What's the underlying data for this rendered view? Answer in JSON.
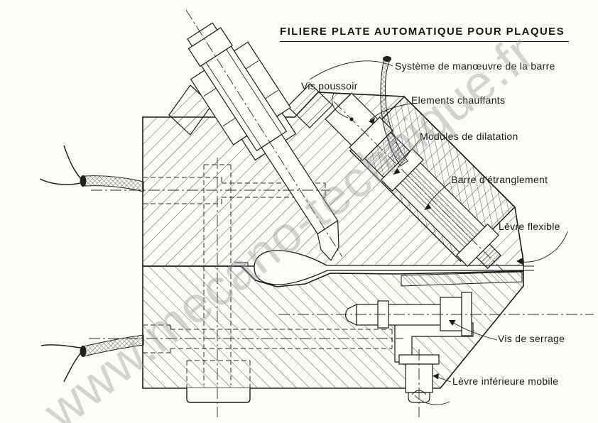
{
  "page": {
    "background": "#fcfbf8",
    "ink": "#1c1c1c",
    "watermark_color": "#9a9a9a"
  },
  "title": {
    "text": "FILIERE PLATE AUTOMATIQUE POUR PLAQUES"
  },
  "watermark": {
    "text": "www.mecano-technique.fr"
  },
  "labels": {
    "systeme": "Système de manœuvre de la barre",
    "vis_poussoir": "Vis poussoir",
    "elements": "Elements chauffants",
    "modules": "Modules de dilatation",
    "barre": "Barre d'étranglement",
    "levre_flexible": "Lèvre flexible",
    "vis_serrage": "Vis de serrage",
    "levre_inferieure": "Lèvre inférieure mobile"
  }
}
